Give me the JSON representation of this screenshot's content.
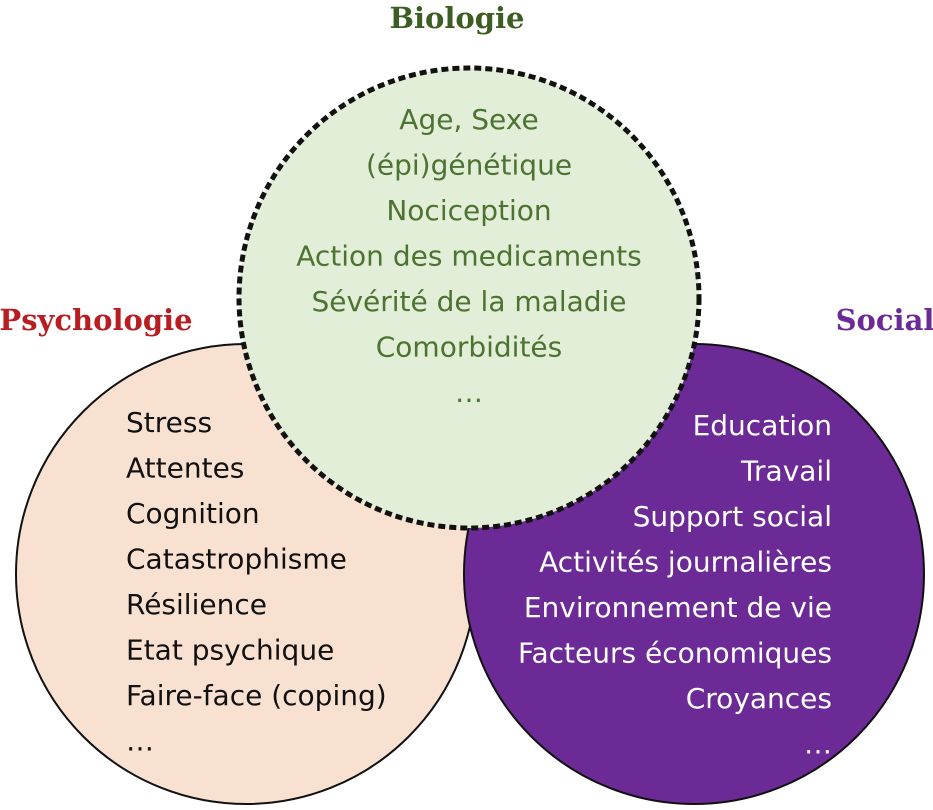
{
  "colors": {
    "biology_heading": "#3d5e22",
    "biology_fill": "#e2eed7",
    "biology_text": "#4d7332",
    "psychology_heading": "#b81d22",
    "psychology_fill": "#f9e1d2",
    "psychology_text": "#111111",
    "social_heading": "#6c2a97",
    "social_fill": "#6c2a97",
    "social_text": "#ffffff",
    "outline": "#111111"
  },
  "biology": {
    "heading": "Biologie",
    "items": [
      "Age, Sexe",
      "(épi)génétique",
      "Nociception",
      "Action des medicaments",
      "Sévérité de la maladie",
      "Comorbidités",
      "…"
    ]
  },
  "psychology": {
    "heading": "Psychologie",
    "items": [
      "Stress",
      "Attentes",
      "Cognition",
      "Catastrophisme",
      "Résilience",
      "Etat psychique",
      "Faire-face (coping)",
      "…"
    ]
  },
  "social": {
    "heading": "Social",
    "items": [
      "Education",
      "Travail",
      "Support social",
      "Activités journalières",
      "Environnement de vie",
      "Facteurs économiques",
      "Croyances",
      "…"
    ]
  }
}
